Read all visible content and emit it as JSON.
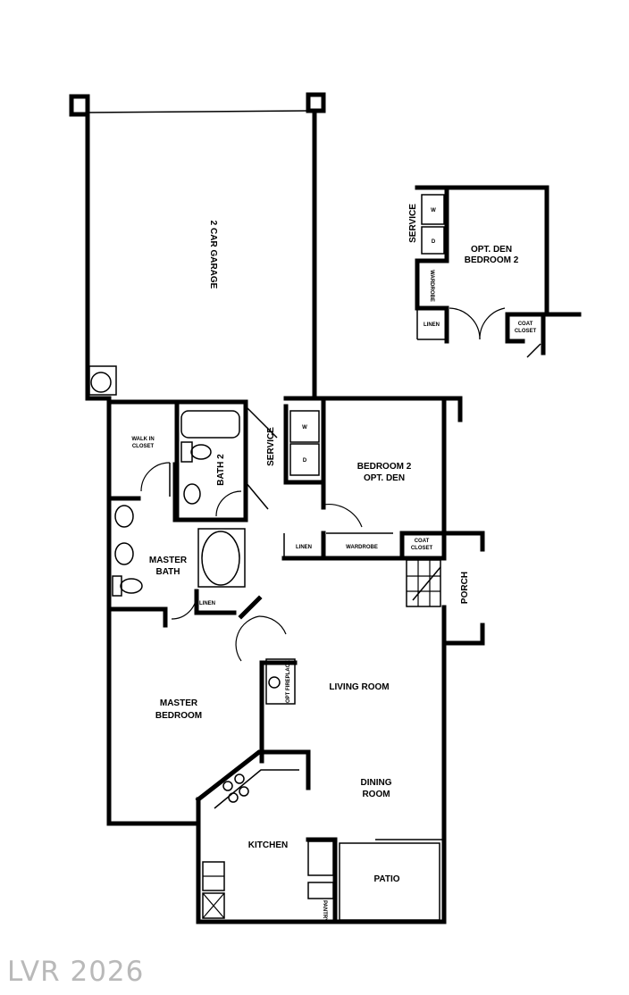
{
  "plan": {
    "rooms": {
      "garage": "2 CAR GARAGE",
      "walk_in_closet_1": "WALK IN",
      "walk_in_closet_2": "CLOSET",
      "bath2": "BATH 2",
      "service": "SERVICE",
      "washer": "W",
      "dryer": "D",
      "bedroom2_1": "BEDROOM 2",
      "bedroom2_2": "OPT. DEN",
      "master_bath_1": "MASTER",
      "master_bath_2": "BATH",
      "linen_master": "LINEN",
      "linen_hall": "LINEN",
      "wardrobe": "WARDROBE",
      "coat_closet_1": "COAT",
      "coat_closet_2": "CLOSET",
      "porch": "PORCH",
      "fireplace": "OPT FIREPLACE",
      "living_room": "LIVING ROOM",
      "master_bedroom_1": "MASTER",
      "master_bedroom_2": "BEDROOM",
      "dining_1": "DINING",
      "dining_2": "ROOM",
      "kitchen": "KITCHEN",
      "pantry": "PANTRY",
      "patio": "PATIO"
    },
    "option": {
      "service": "SERVICE",
      "washer": "W",
      "dryer": "D",
      "den_1": "OPT. DEN",
      "den_2": "BEDROOM 2",
      "wardrobe": "WARDROBE",
      "linen": "LINEN",
      "coat_closet_1": "COAT",
      "coat_closet_2": "CLOSET"
    }
  },
  "watermark": "LVR 2026"
}
